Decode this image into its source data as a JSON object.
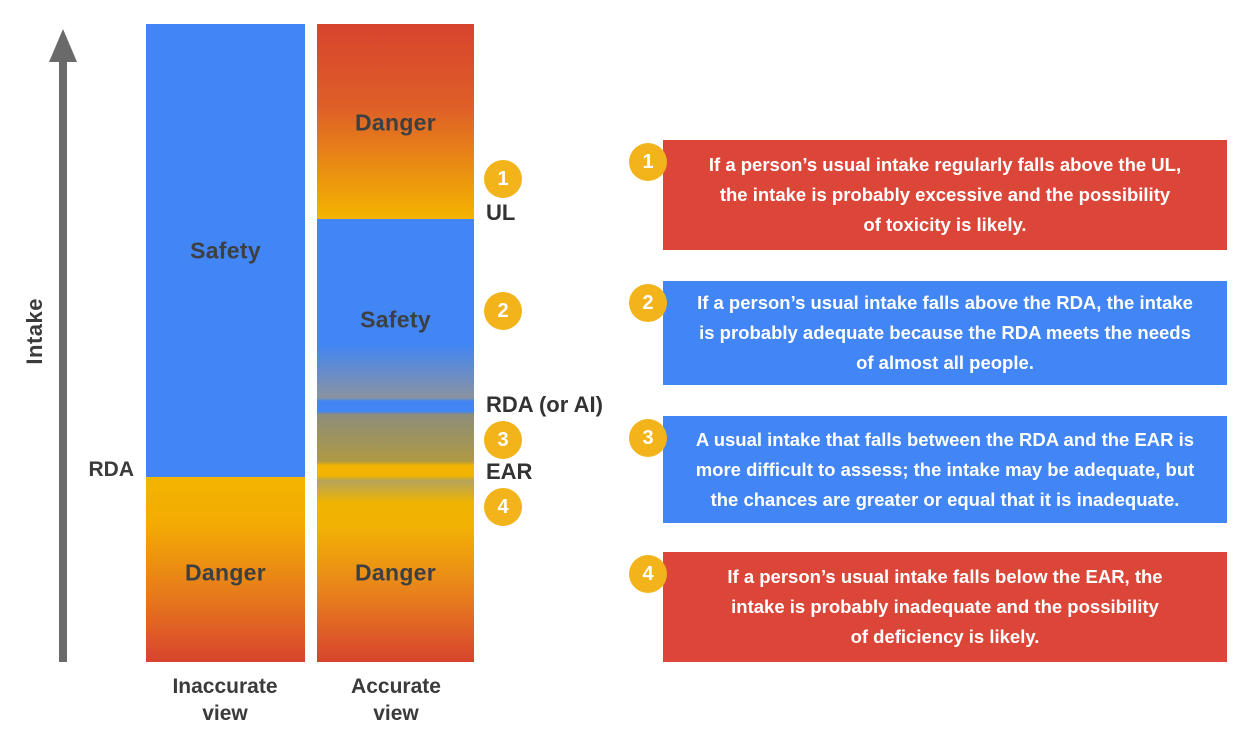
{
  "palette": {
    "blue": "#4285F4",
    "red": "#DB4639",
    "red_gradient_end": "#D8432E",
    "orange": "#E5731E",
    "gold": "#F4B400",
    "badge_yellow": "#F3B31B",
    "arrow_gray": "#6A6A6A",
    "text_dark": "#3B3B3B"
  },
  "axis": {
    "label": "Intake"
  },
  "bars": {
    "inaccurate": {
      "caption": [
        "Inaccurate",
        "view"
      ],
      "safety_label": "Safety",
      "danger_label": "Danger",
      "rda_label": "RDA"
    },
    "accurate": {
      "caption": [
        "Accurate",
        "view"
      ],
      "danger_top_label": "Danger",
      "safety_label": "Safety",
      "danger_bottom_label": "Danger"
    }
  },
  "markers": {
    "circle_1": "1",
    "ul": "UL",
    "circle_2": "2",
    "rda_ai": "RDA (or AI)",
    "circle_3": "3",
    "ear": "EAR",
    "circle_4": "4"
  },
  "notes": [
    {
      "num": "1",
      "lines": [
        "If a person’s usual intake regularly falls above the UL,",
        "the intake is probably excessive and the possibility",
        "of toxicity is likely."
      ]
    },
    {
      "num": "2",
      "lines": [
        "If a person’s usual intake falls above the RDA, the intake",
        "is probably adequate because the RDA meets the needs",
        "of almost all people."
      ]
    },
    {
      "num": "3",
      "lines": [
        "A usual intake that falls between the RDA and the EAR is",
        "more difficult to assess; the intake may be adequate, but",
        "the chances are greater or equal that it is inadequate."
      ]
    },
    {
      "num": "4",
      "lines": [
        "If a person’s usual intake falls below the EAR, the",
        "intake is probably inadequate and the possibility",
        "of deficiency is likely."
      ]
    }
  ]
}
